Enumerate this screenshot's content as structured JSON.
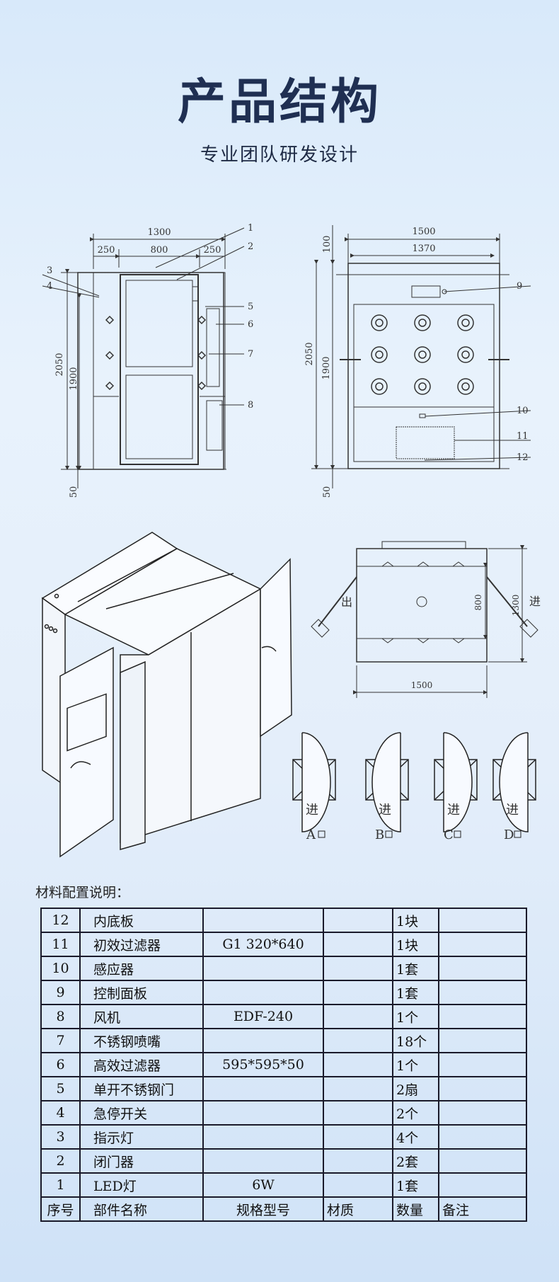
{
  "header": {
    "title": "产品结构",
    "subtitle": "专业团队研发设计"
  },
  "front_view": {
    "dims": {
      "total_width": "1300",
      "side_left": "250",
      "door_width": "800",
      "side_right": "250",
      "height": "2050",
      "inner_height": "1900",
      "base": "50"
    },
    "callouts": [
      "1",
      "2",
      "3",
      "4",
      "5",
      "6",
      "7",
      "8"
    ]
  },
  "side_view": {
    "dims": {
      "total_width": "1500",
      "inner_width": "1370",
      "top": "100",
      "height": "2050",
      "inner_height": "1900",
      "base": "50"
    },
    "callouts": [
      "9",
      "10",
      "11",
      "12"
    ]
  },
  "plan_view": {
    "exit_label": "出",
    "entry_label": "进",
    "width": "1500",
    "inner_depth": "800",
    "depth": "1300"
  },
  "door_options": [
    {
      "label": "A",
      "entry": "进"
    },
    {
      "label": "B",
      "entry": "进"
    },
    {
      "label": "C",
      "entry": "进"
    },
    {
      "label": "D",
      "entry": "进"
    }
  ],
  "materials": {
    "caption": "材料配置说明：",
    "rows": [
      [
        "12",
        "内底板",
        "",
        "",
        "1块",
        ""
      ],
      [
        "11",
        "初效过滤器",
        "G1   320*640",
        "",
        "1块",
        ""
      ],
      [
        "10",
        "感应器",
        "",
        "",
        "1套",
        ""
      ],
      [
        "9",
        "控制面板",
        "",
        "",
        "1套",
        ""
      ],
      [
        "8",
        "风机",
        "EDF-240",
        "",
        "1个",
        ""
      ],
      [
        "7",
        "不锈钢喷嘴",
        "",
        "",
        "18个",
        ""
      ],
      [
        "6",
        "高效过滤器",
        "595*595*50",
        "",
        "1个",
        ""
      ],
      [
        "5",
        "单开不锈钢门",
        "",
        "",
        "2扇",
        ""
      ],
      [
        "4",
        "急停开关",
        "",
        "",
        "2个",
        ""
      ],
      [
        "3",
        "指示灯",
        "",
        "",
        "4个",
        ""
      ],
      [
        "2",
        "闭门器",
        "",
        "",
        "2套",
        ""
      ],
      [
        "1",
        "LED灯",
        "6W",
        "",
        "1套",
        ""
      ]
    ],
    "header": [
      "序号",
      "部件名称",
      "规格型号",
      "材质",
      "数量",
      "备注"
    ]
  }
}
